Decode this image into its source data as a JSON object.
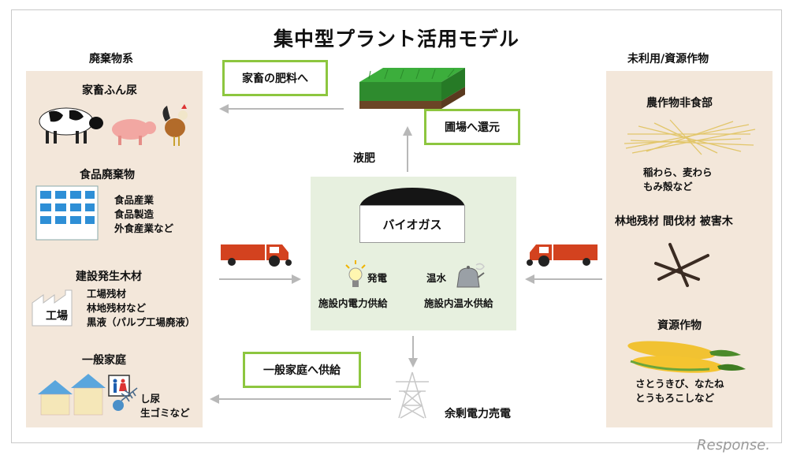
{
  "title": "集中型プラント活用モデル",
  "left": {
    "heading": "廃棄物系",
    "livestock": {
      "label": "家畜ふん尿"
    },
    "food": {
      "label": "食品廃棄物",
      "detail": [
        "食品産業",
        "食品製造",
        "外食産業など"
      ]
    },
    "wood": {
      "label": "建設発生木材",
      "factory": "工場",
      "detail": [
        "工場残材",
        "林地残材など",
        "黒液（パルプ工場廃液）"
      ]
    },
    "household": {
      "label": "一般家庭",
      "detail": [
        "し尿",
        "生ゴミなど"
      ]
    }
  },
  "right": {
    "heading": "未利用/資源作物",
    "crop_residue": {
      "label": "農作物非食部",
      "detail": [
        "稲わら、麦わら",
        "もみ殻など"
      ]
    },
    "forest": {
      "label": "林地残材 間伐材 被害木"
    },
    "energy_crop": {
      "label": "資源作物",
      "detail": [
        "さとうきび、なたね",
        "とうもろこしなど"
      ]
    }
  },
  "center": {
    "biogas": "バイオガス",
    "power": {
      "label": "発電",
      "sub": "施設内電力供給"
    },
    "hotwater": {
      "label": "温水",
      "sub": "施設内温水供給"
    },
    "liquid_fertilizer": "液肥",
    "fertilizer_box": "家畜の肥料へ",
    "field_box": "圃場へ還元",
    "household_box": "一般家庭へ供給",
    "surplus": "余剰電力売電"
  },
  "watermark": "Response.",
  "colors": {
    "green_border": "#8dc63f",
    "panel": "#f3e7da",
    "center_panel": "#e7f0df",
    "truck_red": "#d3421f"
  }
}
